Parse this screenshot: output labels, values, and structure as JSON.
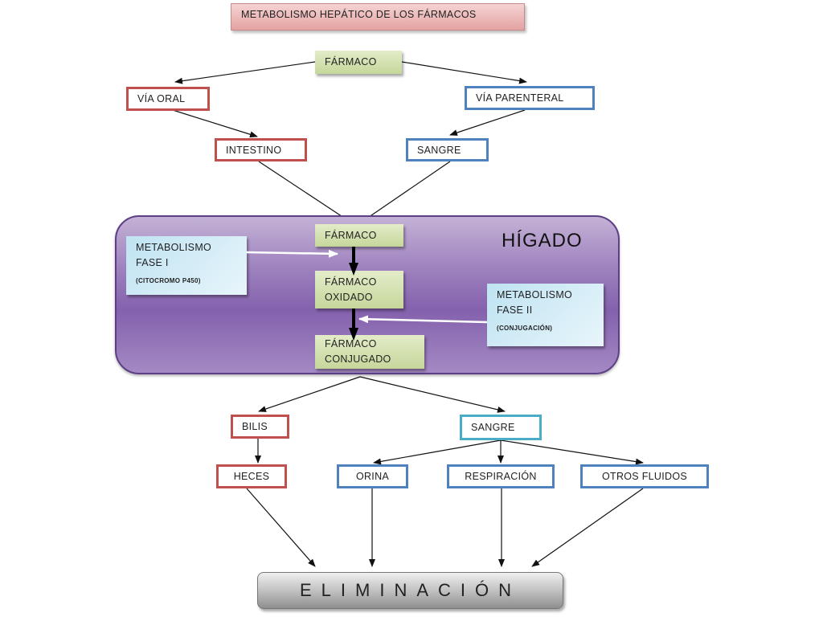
{
  "title": "METABOLISMO HEPÁTICO DE LOS FÁRMACOS",
  "nodes": {
    "farmaco_top": "FÁRMACO",
    "via_oral": "VÍA ORAL",
    "via_parenteral": "VÍA PARENTERAL",
    "intestino": "INTESTINO",
    "sangre_top": "SANGRE",
    "higado": "HÍGADO",
    "farmaco_liver": "FÁRMACO",
    "farmaco_oxidado_1": "FÁRMACO",
    "farmaco_oxidado_2": "OXIDADO",
    "farmaco_conjugado_1": "FÁRMACO",
    "farmaco_conjugado_2": "CONJUGADO",
    "fase1_line1": "METABOLISMO",
    "fase1_line2": "FASE I",
    "fase1_note": "(CITOCROMO P450)",
    "fase2_line1": "METABOLISMO",
    "fase2_line2": "FASE II",
    "fase2_note": "(CONJUGACIÓN)",
    "bilis": "BILIS",
    "sangre_bottom": "SANGRE",
    "heces": "HECES",
    "orina": "ORINA",
    "respiracion": "RESPIRACIÓN",
    "otros_fluidos": "OTROS FLUIDOS",
    "eliminacion": "ELIMINACIÓN"
  },
  "colors": {
    "oral_route": "#c0504d",
    "parenteral_route": "#4f81bd",
    "blood_bottom": "#4bacc6",
    "drug_box": "#c6d79b",
    "liver": "#8461ad",
    "metabolism": "#bfe3f2"
  }
}
